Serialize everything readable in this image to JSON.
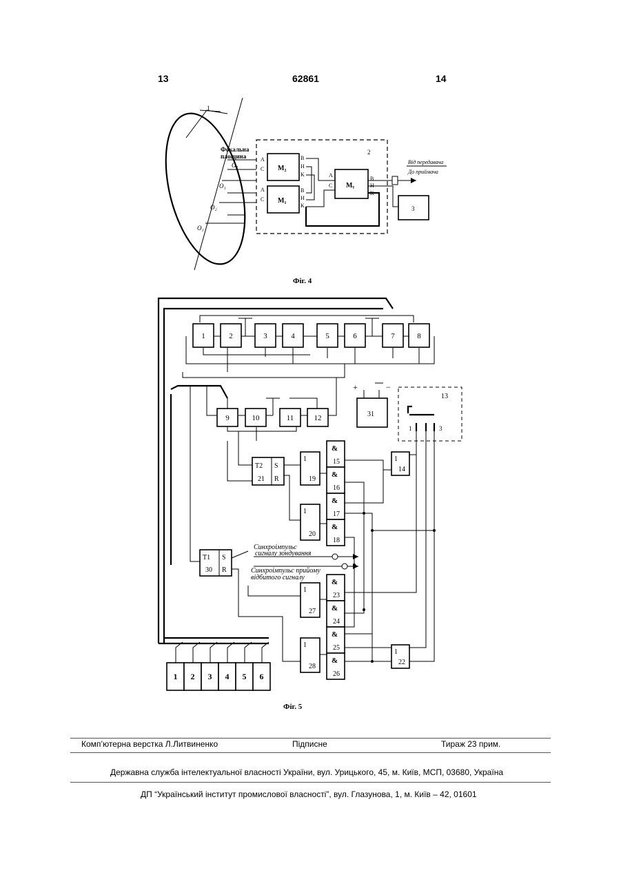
{
  "header": {
    "page_left": "13",
    "patent_number": "62861",
    "page_right": "14"
  },
  "fig4": {
    "caption": "Фіг. 4",
    "label_1": "1",
    "label_2": "2",
    "focal_line1": "Фокальна",
    "focal_line2": "площина",
    "o1": "O₁",
    "o1b": "O₁",
    "o2": "O₂",
    "o1c": "O₁",
    "m2": "M₂",
    "m1": "M₁",
    "mu": "Mᵧ",
    "port_a": "A",
    "port_c": "C",
    "port_v": "B",
    "port_n": "H",
    "port_k": "K",
    "from_transmitter": "Від передавача",
    "to_receiver": "До приймача",
    "block_3": "3"
  },
  "fig5": {
    "caption": "Фіг. 5",
    "top_blocks": [
      "1",
      "2",
      "3",
      "4",
      "5",
      "6",
      "7",
      "8"
    ],
    "mid_blocks": [
      "9",
      "10",
      "11",
      "12"
    ],
    "power": {
      "label": "31",
      "plus": "+",
      "minus": "−"
    },
    "switch": {
      "label": "13",
      "pos1": "1",
      "pos3": "3"
    },
    "or_14": {
      "sym": "1",
      "num": "14"
    },
    "or_19": {
      "sym": "1",
      "num": "19"
    },
    "or_20": {
      "sym": "1",
      "num": "20"
    },
    "or_27": {
      "sym": "1",
      "num": "27"
    },
    "or_28": {
      "sym": "1",
      "num": "28"
    },
    "or_22": {
      "sym": "1",
      "num": "22"
    },
    "and_sym": "&",
    "and_upper": [
      "15",
      "16",
      "17",
      "18"
    ],
    "and_lower": [
      "23",
      "24",
      "25",
      "26"
    ],
    "t2": {
      "name": "T2",
      "num": "21",
      "s": "S",
      "r": "R"
    },
    "t1": {
      "name": "T1",
      "num": "30",
      "s": "S",
      "r": "R"
    },
    "sync1_line1": "Синхроімпульс",
    "sync1_line2": "сигналу зондування",
    "sync2_line1": "Синхроімпульс прийому",
    "sync2_line2": "відбитого сигналу",
    "bottom_blocks": [
      "1",
      "2",
      "3",
      "4",
      "5",
      "6"
    ]
  },
  "footer": {
    "layout": "Комп’ютерна верстка Л.Литвиненко",
    "signed": "Підписне",
    "circulation": "Тираж 23 прим.",
    "org1": "Державна служба інтелектуальної власності України, вул. Урицького, 45, м. Київ, МСП, 03680, Україна",
    "org2": "ДП “Український інститут промислової власності”, вул. Глазунова, 1, м. Київ – 42, 01601"
  }
}
